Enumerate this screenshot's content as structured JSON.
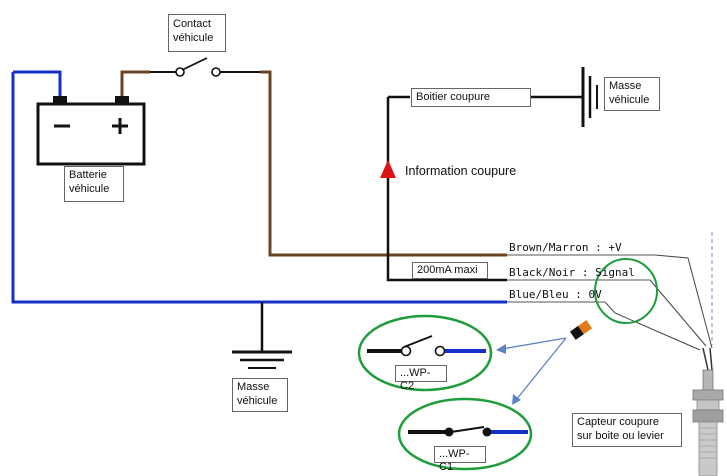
{
  "labels": {
    "contact": [
      "Contact",
      "véhicule"
    ],
    "battery": [
      "Batterie",
      "véhicule"
    ],
    "boitier": "Boitier coupure",
    "masse_top": [
      "Masse",
      "véhicule"
    ],
    "masse_bottom": [
      "Masse",
      "véhicule"
    ],
    "information": "Information coupure",
    "current": "200mA maxi",
    "wire_brown": "Brown/Marron : +V",
    "wire_black": "Black/Noir : Signal",
    "wire_blue": "Blue/Bleu : 0V",
    "wp_c2": "...WP-C2",
    "wp_c1": "...WP-C1",
    "capteur": [
      "Capteur coupure",
      "sur boite ou levier"
    ]
  },
  "battery_symbols": {
    "minus": "–",
    "plus": "+"
  },
  "colors": {
    "brown": "#6b4423",
    "black": "#111111",
    "blue": "#1530c8",
    "arrow_red": "#dd1111",
    "green_circle": "#1f9d3a",
    "pointer_blue": "#5a84c4"
  }
}
